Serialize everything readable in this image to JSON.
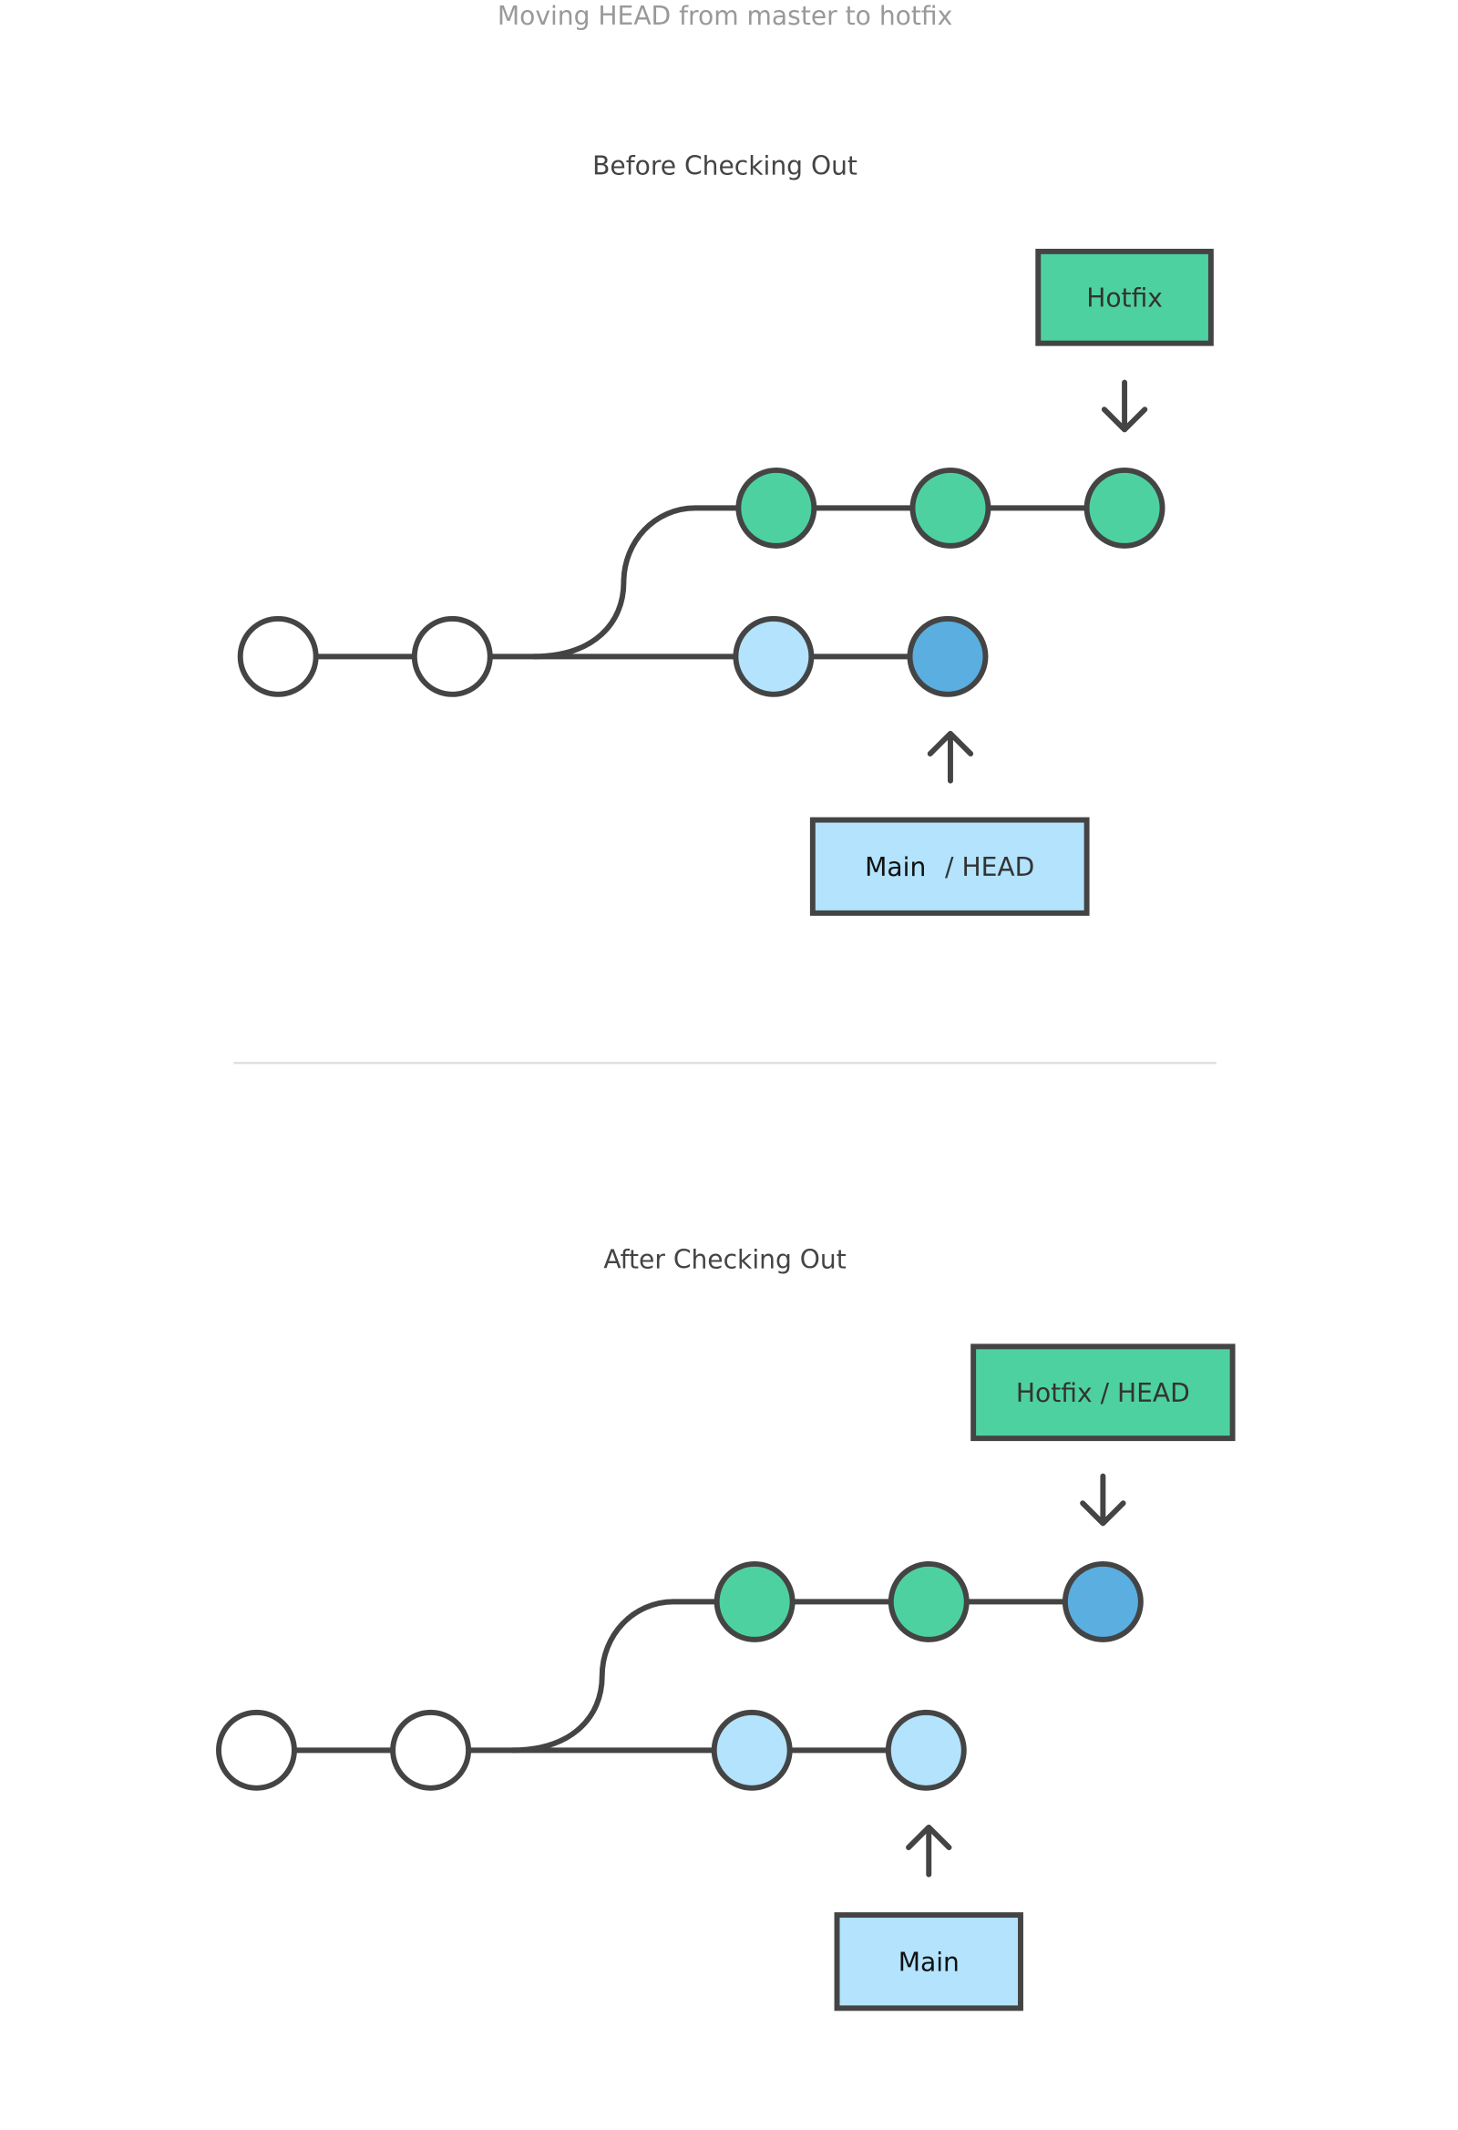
{
  "caption": "Moving HEAD from master to hotfix",
  "colors": {
    "stroke": "#444444",
    "hotfix_green": "#4ED1A0",
    "main_light_blue": "#B3E3FD",
    "head_blue": "#5AAEE0",
    "base_white": "#FFFFFF",
    "caption_gray": "#999999",
    "divider": "#DDDDDD"
  },
  "diagrams": [
    {
      "title": "Before Checking Out",
      "hotfix_label": "Hotfix",
      "main_label_part1": "Main",
      "main_label_part2": "/ HEAD",
      "head_on": "main",
      "commits": {
        "base": [
          "white",
          "white"
        ],
        "main": [
          "light_blue",
          "head_blue"
        ],
        "hotfix": [
          "green",
          "green",
          "green"
        ]
      }
    },
    {
      "title": "After Checking Out",
      "hotfix_label": "Hotfix / HEAD",
      "main_label_part1": "Main",
      "main_label_part2": "",
      "head_on": "hotfix",
      "commits": {
        "base": [
          "white",
          "white"
        ],
        "main": [
          "light_blue",
          "light_blue"
        ],
        "hotfix": [
          "green",
          "green",
          "head_blue"
        ]
      }
    }
  ]
}
